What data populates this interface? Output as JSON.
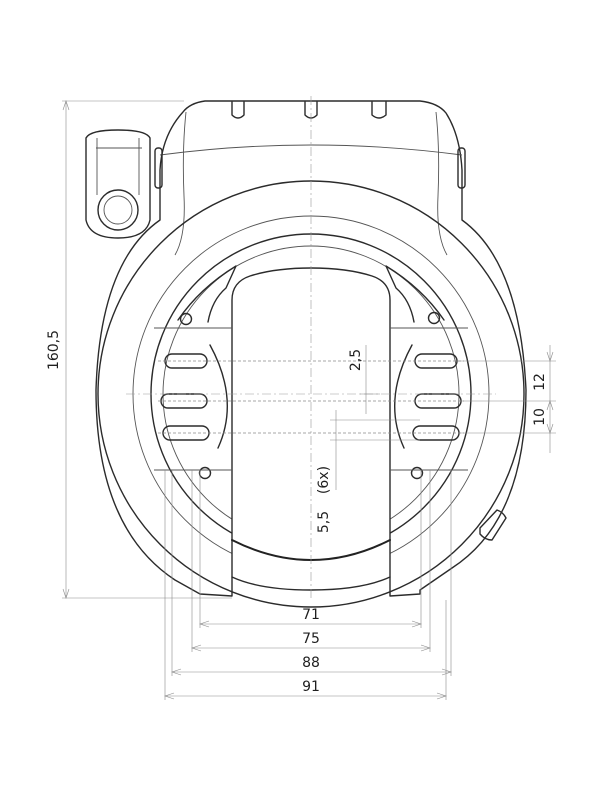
{
  "dimensions": {
    "height_total": "160,5",
    "width_71": "71",
    "width_75": "75",
    "width_88": "88",
    "width_91": "91",
    "slot_offset": "2,5",
    "hole_diameter": "5,5",
    "hole_count": "(6x)",
    "spacing_12": "12",
    "spacing_10": "10"
  }
}
